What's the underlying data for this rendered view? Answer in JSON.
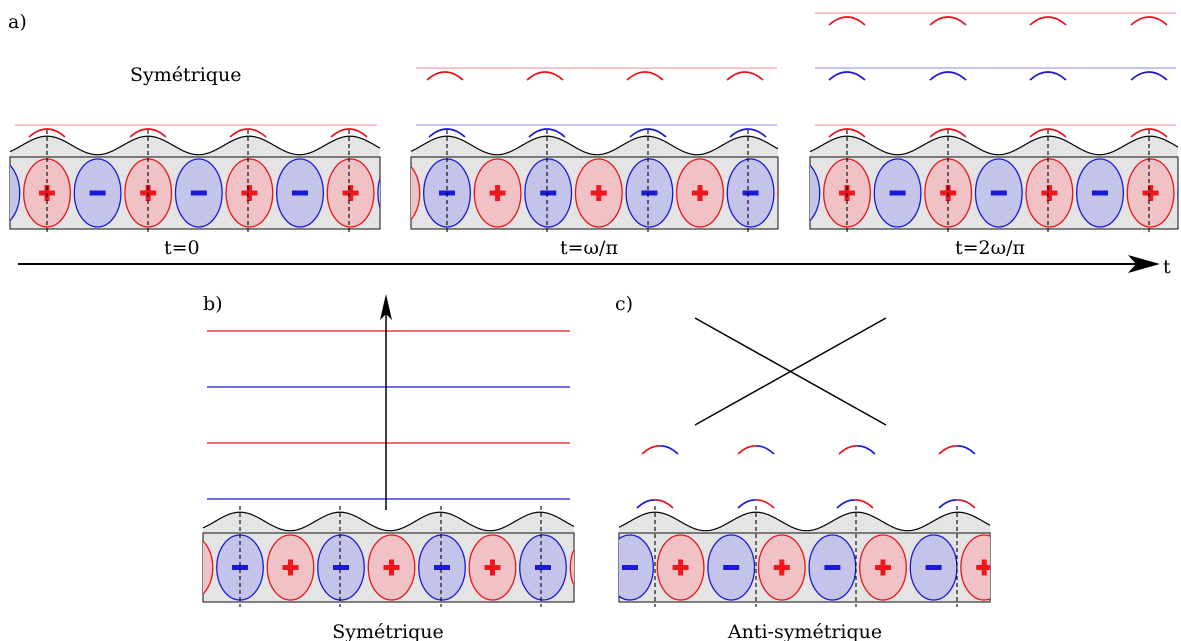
{
  "panels": {
    "a": {
      "label": "a)",
      "title": "Symétrique",
      "time_labels": [
        "t=0",
        "t=ω/π",
        "t=2ω/π"
      ],
      "axis_label": "t"
    },
    "b": {
      "label": "b)",
      "caption": "Symétrique"
    },
    "c": {
      "label": "c)",
      "caption": "Anti-symétrique"
    }
  },
  "signs": {
    "plus": "+",
    "minus": "−"
  },
  "colors": {
    "red": "#e8141c",
    "blue": "#1a1ad6",
    "red_fill": "#f0c2c5",
    "blue_fill": "#c4c4ea",
    "red_light": "#f5a0a6",
    "blue_light": "#a0a0ea",
    "sign_red": "#f0161e",
    "sign_blue": "#1a1ad6",
    "box_fill": "#e4e4e4"
  }
}
